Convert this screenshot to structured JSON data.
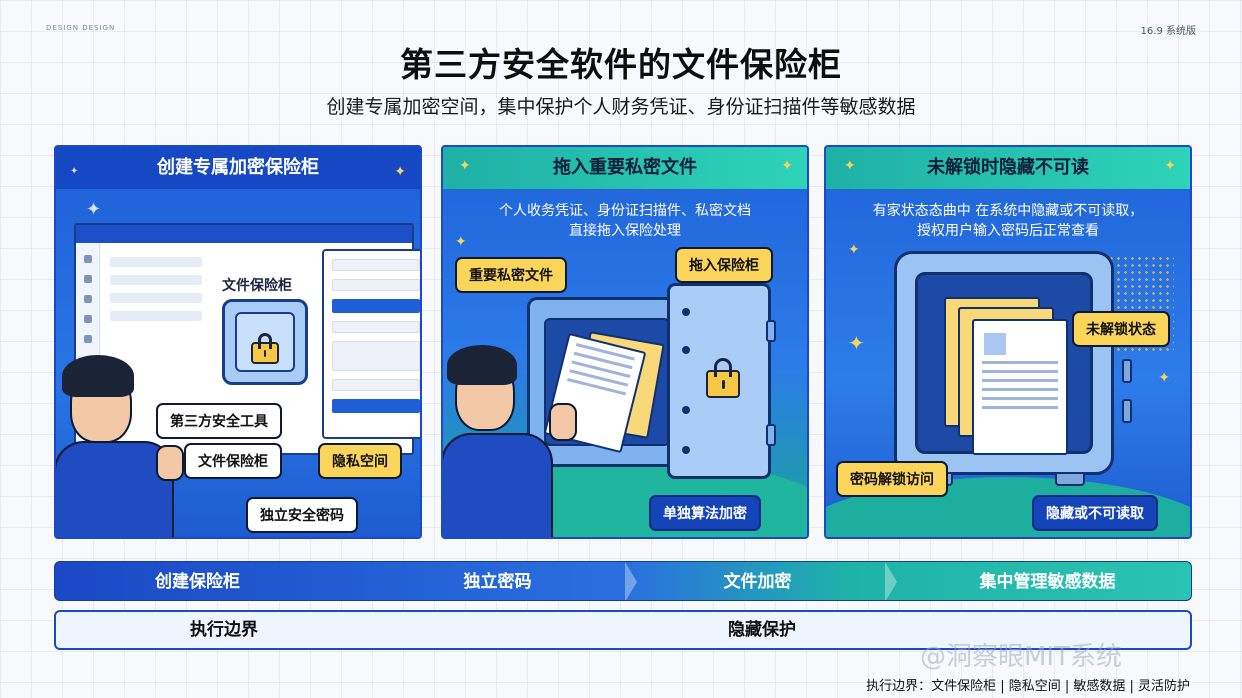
{
  "header": {
    "brand": "DESIGN DESIGN",
    "page_label": "16.9",
    "page_label_suffix": "系统版",
    "title": "第三方安全软件的文件保险柜",
    "subtitle": "创建专属加密空间，集中保护个人财务凭证、身份证扫描件等敏感数据"
  },
  "panels": [
    {
      "heading": "创建专属加密保险柜",
      "app_title": "文件保险柜",
      "tags": [
        "第三方安全工具",
        "文件保险柜",
        "隐私空间",
        "独立安全密码"
      ]
    },
    {
      "heading": "拖入重要私密文件",
      "description_line1": "个人收务凭证、身份证扫描件、私密文档",
      "description_line2": "直接拖入保险处理",
      "tags": [
        "重要私密文件",
        "拖入保险柜",
        "单独算法加密"
      ]
    },
    {
      "heading": "未解锁时隐藏不可读",
      "description_line1": "有家状态态曲中 在系统中隐藏或不可读取，",
      "description_line2": "授权用户输入密码后正常查看",
      "tags": [
        "未解锁状态",
        "密码解锁访问",
        "隐藏或不可读取"
      ]
    }
  ],
  "flow": [
    "创建保险柜",
    "独立密码",
    "文件加密",
    "集中管理敏感数据"
  ],
  "sub_bar": [
    "执行边界",
    "隐藏保护"
  ],
  "watermark": "@洞察眼MIT系统",
  "footer": "执行边界：文件保险柜 | 隐私空间 | 敏感数据 | 灵活防护",
  "colors": {
    "primary_blue": "#1b48c4",
    "teal": "#1fb3a7",
    "tag_yellow": "#fbd55a"
  }
}
